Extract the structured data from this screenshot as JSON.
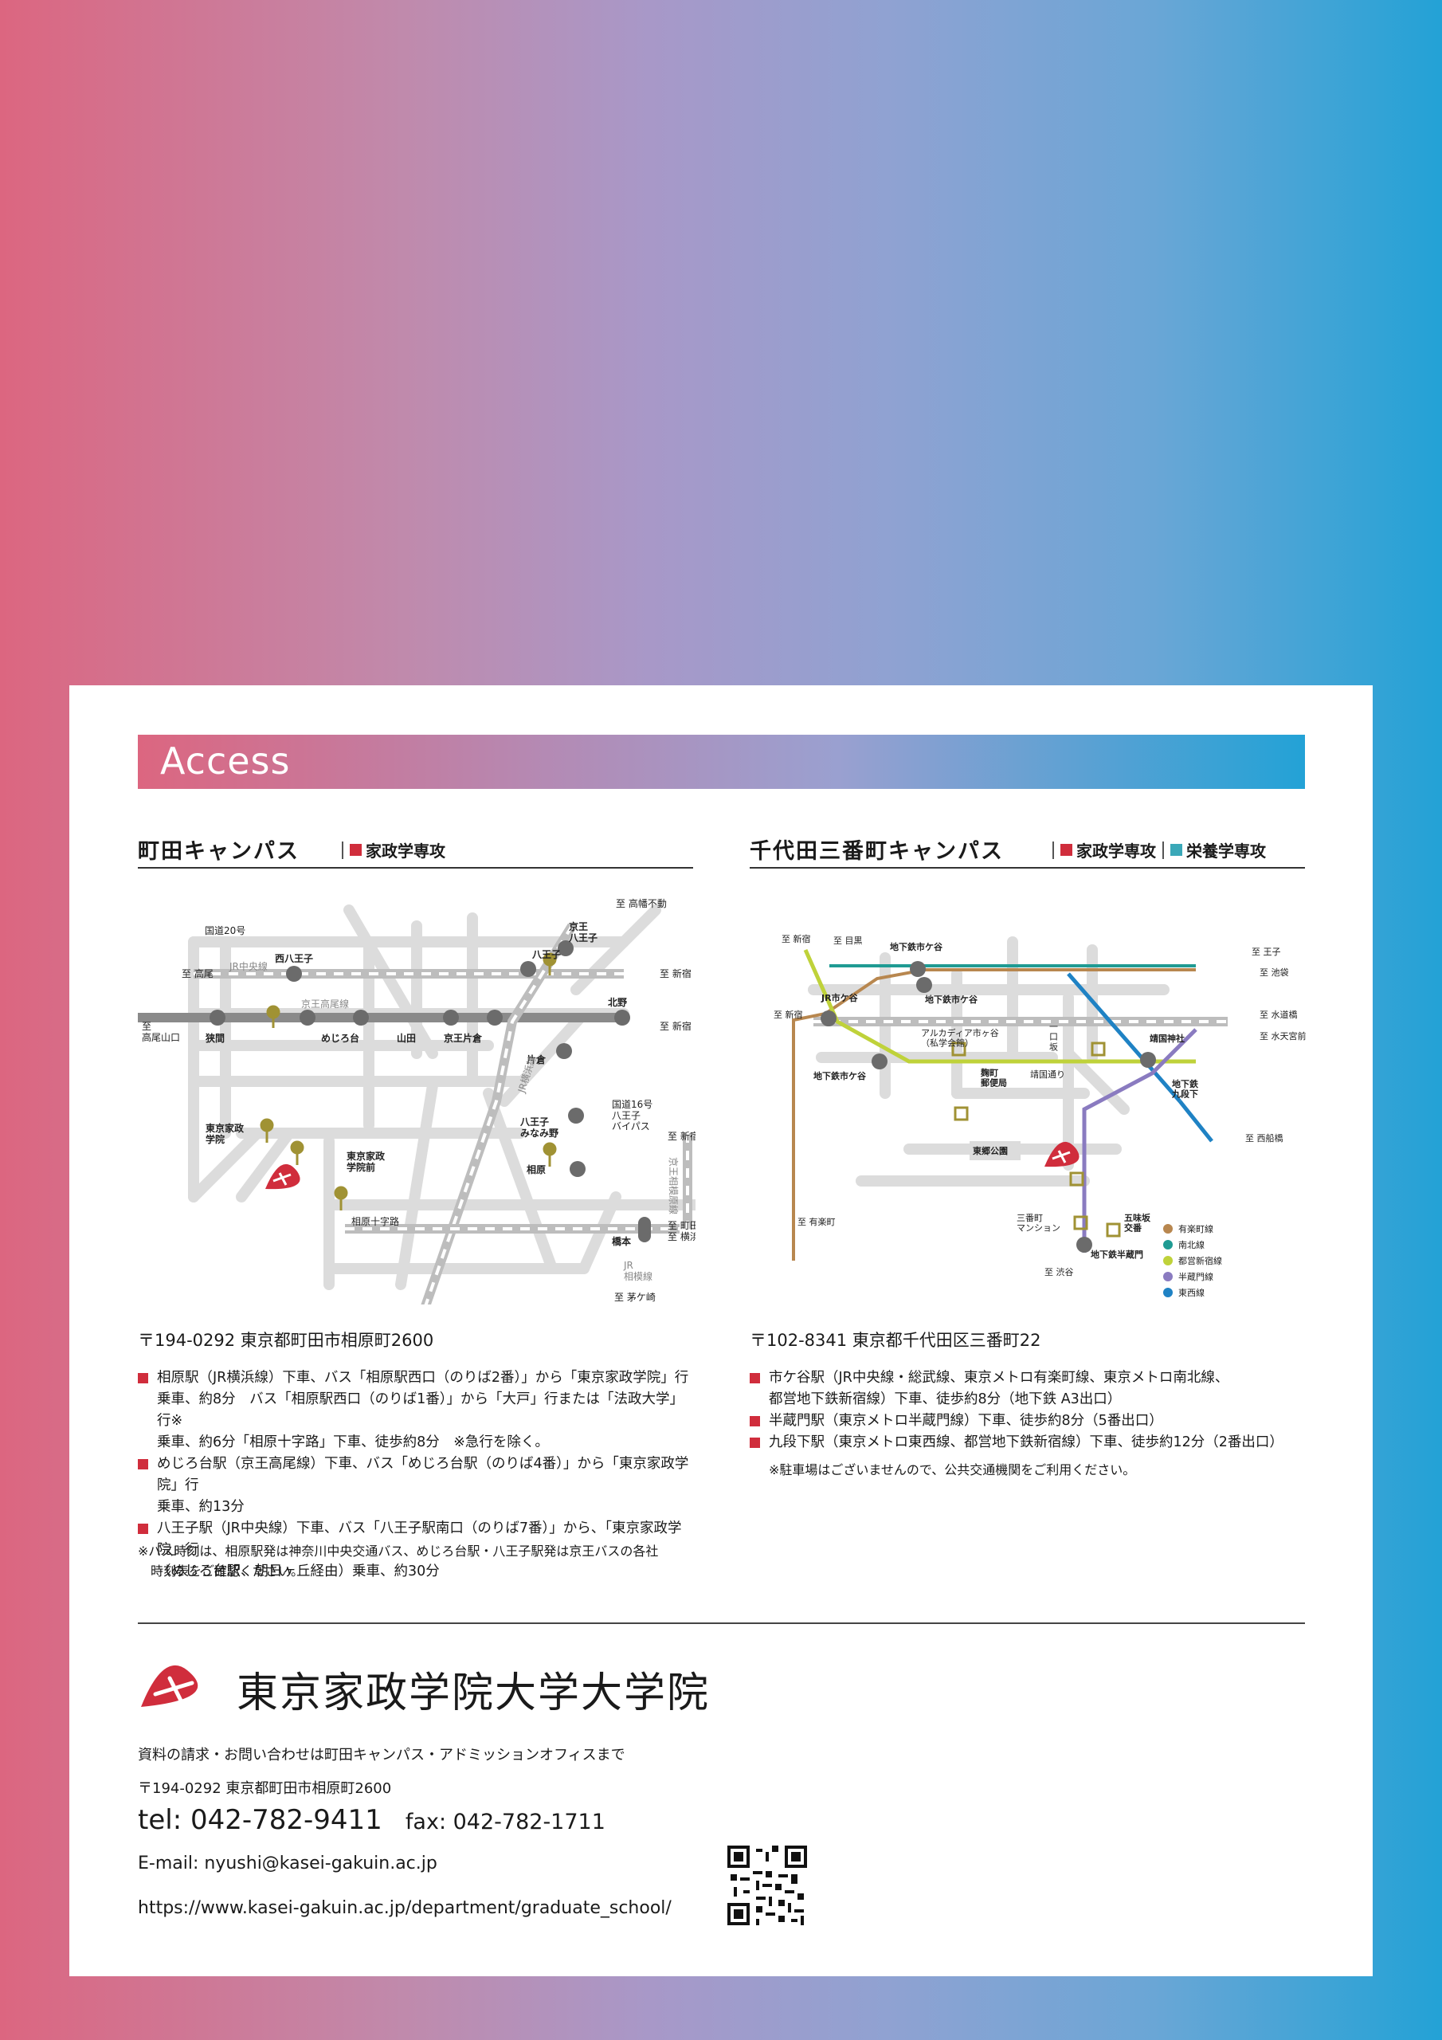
{
  "banner": {
    "title": "Access"
  },
  "machida": {
    "title": "町田キャンパス",
    "dept": "家政学専攻",
    "map": {
      "labels": {
        "to_takao": "至 高尾",
        "route20": "国道20号",
        "jr_chuo": "JR中央線",
        "nishihachioji": "西八王子",
        "hachioji": "八王子",
        "keio_hachioji": "京王\n八王子",
        "to_takahatafudo": "至 高幡不動",
        "to_shinjuku1": "至 新宿",
        "keio_takao_line": "京王高尾線",
        "to_takaosanguchi": "至\n高尾山口",
        "hazama": "狭間",
        "mejirodai": "めじろ台",
        "yamada": "山田",
        "keio_katakura": "京王片倉",
        "katakura": "片倉",
        "kitano": "北野",
        "to_shinjuku2": "至 新宿",
        "jr_yokohama": "JR横浜線",
        "route16": "国道16号\n八王子\nバイパス",
        "minamino": "八王子\nみなみ野",
        "kasei_gakuin": "東京家政\n学院",
        "kasei_gakuin_mae": "東京家政\n学院前",
        "aihara": "相原",
        "aihara_jujiro": "相原十字路",
        "to_shinjuku3": "至 新宿",
        "keio_sagamihara": "京王相模原線",
        "hashimoto": "橋本",
        "to_machida": "至 町田\n至 横浜",
        "jr_sagami": "JR\n相模線",
        "to_chigasaki": "至 茅ケ崎"
      }
    },
    "address": "〒194-0292 東京都町田市相原町2600",
    "access": [
      "相原駅（JR横浜線）下車、バス「相原駅西口（のりば2番）」から「東京家政学院」行\n乗車、約8分　バス「相原駅西口（のりば1番）」から「大戸」行または「法政大学」行※\n乗車、約6分「相原十字路」下車、徒歩約8分　※急行を除く。",
      "めじろ台駅（京王高尾線）下車、バス「めじろ台駅（のりば4番）」から「東京家政学院」行\n乗車、約13分",
      "八王子駅（JR中央線）下車、バス「八王子駅南口（のりば7番）」から、「東京家政学院」行\n（めじろ台駅、朝日ヶ丘経由）乗車、約30分"
    ],
    "note": "※バス時刻は、相原駅発は神奈川中央交通バス、めじろ台駅・八王子駅発は京王バスの各社\n　時刻表をご確認ください。"
  },
  "chiyoda": {
    "title": "千代田三番町キャンパス",
    "dept1": "家政学専攻",
    "dept2": "栄養学専攻",
    "map": {
      "labels": {
        "to_shinjuku_a": "至 新宿",
        "to_meguro": "至 目黒",
        "chika_ichigaya1": "地下鉄市ケ谷",
        "to_oji": "至 王子",
        "to_ikebukuro": "至 池袋",
        "jr_ichigaya": "JR市ケ谷",
        "chika_ichigaya2": "地下鉄市ケ谷",
        "to_shinjuku_b": "至 新宿",
        "to_suidobashi": "至 水道橋",
        "arcadia": "アルカディア市ヶ谷\n（私学会館）",
        "ichiguchizaka": "一\n口\n坂",
        "yasukuni_shrine": "靖国神社",
        "to_suitengumae": "至 水天宮前",
        "chika_ichigaya3": "地下鉄市ケ谷",
        "kojimachi_post": "麹町\n郵便局",
        "yasukuni_dori": "靖国通り",
        "kudanshita": "地下鉄\n九段下",
        "togo_park": "東郷公園",
        "to_nishifunabashi": "至 西船橋",
        "to_yurakucho": "至 有楽町",
        "sanbancho_mansion": "三番町\nマンション",
        "gobanzaka": "五味坂\n交番",
        "to_shibuya": "至 渋谷",
        "hanzomon": "地下鉄半蔵門"
      },
      "legend": [
        {
          "name": "有楽町線",
          "color": "#b8874f"
        },
        {
          "name": "南北線",
          "color": "#1f9b93"
        },
        {
          "name": "都営新宿線",
          "color": "#bfd23a"
        },
        {
          "name": "半蔵門線",
          "color": "#8a7bc0"
        },
        {
          "name": "東西線",
          "color": "#1f82c4"
        }
      ]
    },
    "address": "〒102-8341 東京都千代田区三番町22",
    "access": [
      "市ケ谷駅（JR中央線・総武線、東京メトロ有楽町線、東京メトロ南北線、\n都営地下鉄新宿線）下車、徒歩約8分（地下鉄 A3出口）",
      "半蔵門駅（東京メトロ半蔵門線）下車、徒歩約8分（5番出口）",
      "九段下駅（東京メトロ東西線、都営地下鉄新宿線）下車、徒歩約12分（2番出口）"
    ],
    "note": "※駐車場はございませんので、公共交通機関をご利用ください。"
  },
  "footer": {
    "school_name": "東京家政学院大学大学院",
    "inquiry": "資料の請求・お問い合わせは町田キャンパス・アドミッションオフィスまで",
    "address": "〒194-0292 東京都町田市相原町2600",
    "tel": "tel: 042-782-9411",
    "fax": "fax: 042-782-1711",
    "email": "E-mail: nyushi@kasei-gakuin.ac.jp",
    "url": "https://www.kasei-gakuin.ac.jp/department/graduate_school/"
  },
  "colors": {
    "accent_red": "#d02d3c",
    "tag_teal": "#3aa8b8",
    "station_gray": "#6b6b6b",
    "bus_olive": "#a09234"
  }
}
